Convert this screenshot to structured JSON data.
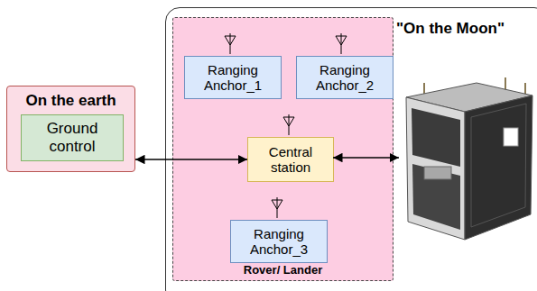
{
  "diagram": {
    "nodes": [
      {
        "text": [
          "On the earth"
        ]
      },
      {
        "text": [
          "Ground control"
        ],
        "in": 0
      },
      {
        "text": [
          "\"On the Moon\""
        ]
      },
      {
        "text": [
          "Rover/ Lander"
        ],
        "in": 2
      },
      {
        "text": [
          "Ranging Anchor_1"
        ],
        "in": 3
      },
      {
        "text": [
          "Ranging Anchor_2"
        ],
        "in": 3
      },
      {
        "text": [
          "Central station"
        ],
        "in": 3
      },
      {
        "text": [
          "Ranging Anchor_3"
        ],
        "in": 3
      }
    ],
    "edges": [
      {
        "from": 0,
        "to": 6,
        "arrow": "both"
      }
    ]
  }
}
